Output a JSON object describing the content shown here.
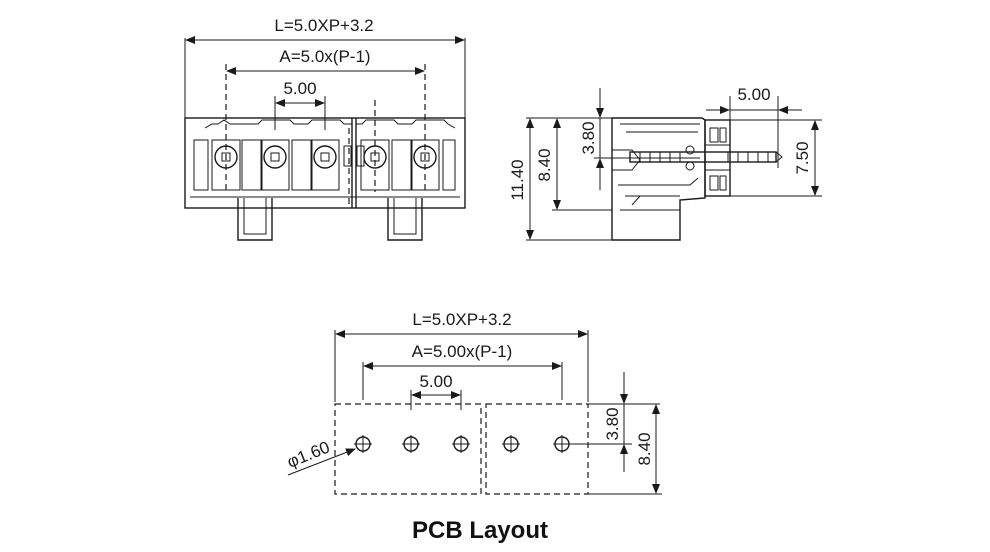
{
  "front_view": {
    "overall_length": "L=5.0XP+3.2",
    "pitch_span": "A=5.0x(P-1)",
    "pitch": "5.00"
  },
  "side_view": {
    "height_total": "11.40",
    "height_pin": "8.40",
    "offset": "3.80",
    "pin_pitch": "5.00",
    "pin_height": "7.50"
  },
  "pcb_layout": {
    "overall_length": "L=5.0XP+3.2",
    "pitch_span": "A=5.00x(P-1)",
    "pitch": "5.00",
    "hole_diameter": "φ1.60",
    "offset": "3.80",
    "depth": "8.40",
    "title": "PCB Layout"
  }
}
